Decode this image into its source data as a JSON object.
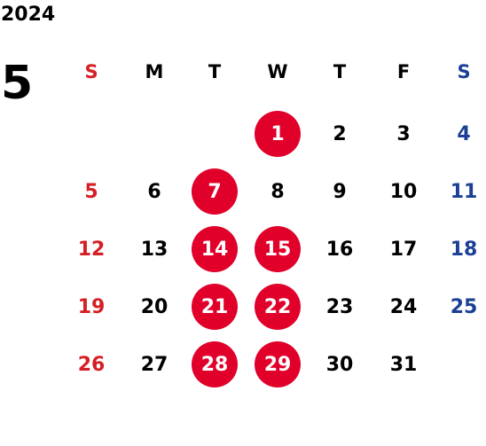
{
  "calendar": {
    "year": "2024",
    "month": "5",
    "weekdays": [
      "S",
      "M",
      "T",
      "W",
      "T",
      "F",
      "S"
    ],
    "weeks": [
      [
        {
          "day": ""
        },
        {
          "day": ""
        },
        {
          "day": ""
        },
        {
          "day": "1",
          "highlighted": true
        },
        {
          "day": "2"
        },
        {
          "day": "3"
        },
        {
          "day": "4"
        }
      ],
      [
        {
          "day": "5"
        },
        {
          "day": "6"
        },
        {
          "day": "7",
          "highlighted": true
        },
        {
          "day": "8"
        },
        {
          "day": "9"
        },
        {
          "day": "10"
        },
        {
          "day": "11"
        }
      ],
      [
        {
          "day": "12"
        },
        {
          "day": "13"
        },
        {
          "day": "14",
          "highlighted": true
        },
        {
          "day": "15",
          "highlighted": true
        },
        {
          "day": "16"
        },
        {
          "day": "17"
        },
        {
          "day": "18"
        }
      ],
      [
        {
          "day": "19"
        },
        {
          "day": "20"
        },
        {
          "day": "21",
          "highlighted": true
        },
        {
          "day": "22",
          "highlighted": true
        },
        {
          "day": "23"
        },
        {
          "day": "24"
        },
        {
          "day": "25"
        }
      ],
      [
        {
          "day": "26"
        },
        {
          "day": "27"
        },
        {
          "day": "28",
          "highlighted": true
        },
        {
          "day": "29",
          "highlighted": true
        },
        {
          "day": "30"
        },
        {
          "day": "31"
        },
        {
          "day": ""
        }
      ]
    ]
  },
  "colors": {
    "sunday": "#d51f25",
    "saturday": "#1b3f95",
    "highlight_circle": "#e0002a",
    "default_text": "#000000"
  }
}
